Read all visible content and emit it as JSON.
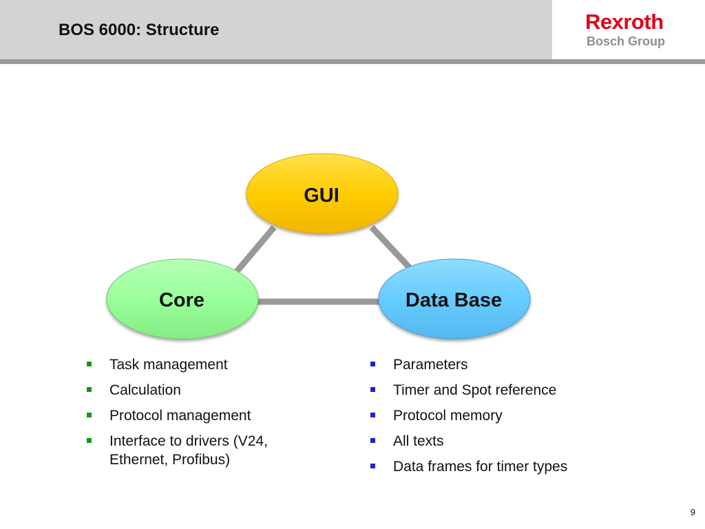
{
  "slide": {
    "title": "BOS 6000: Structure",
    "page_number": "9"
  },
  "logo": {
    "brand": "Rexroth",
    "group": "Bosch Group"
  },
  "diagram": {
    "nodes": [
      {
        "id": "gui",
        "label": "GUI",
        "color": "#ffcc00"
      },
      {
        "id": "core",
        "label": "Core",
        "color": "#99ff99"
      },
      {
        "id": "database",
        "label": "Data Base",
        "color": "#66ccff"
      }
    ],
    "connector_color": "#999999"
  },
  "core_features": [
    "Task management",
    "Calculation",
    "Protocol management",
    "Interface to drivers (V24, Ethernet, Profibus)"
  ],
  "database_features": [
    "Parameters",
    "Timer and Spot reference",
    "Protocol memory",
    "All texts",
    "Data frames for timer types"
  ],
  "colors": {
    "title_band": "#d3d3d3",
    "header_rule": "#9a9a9a",
    "brand_red": "#e2001a",
    "brand_gray": "#8a8f94",
    "core_bullet": "#0c9a0c",
    "database_bullet": "#1b22d6"
  }
}
